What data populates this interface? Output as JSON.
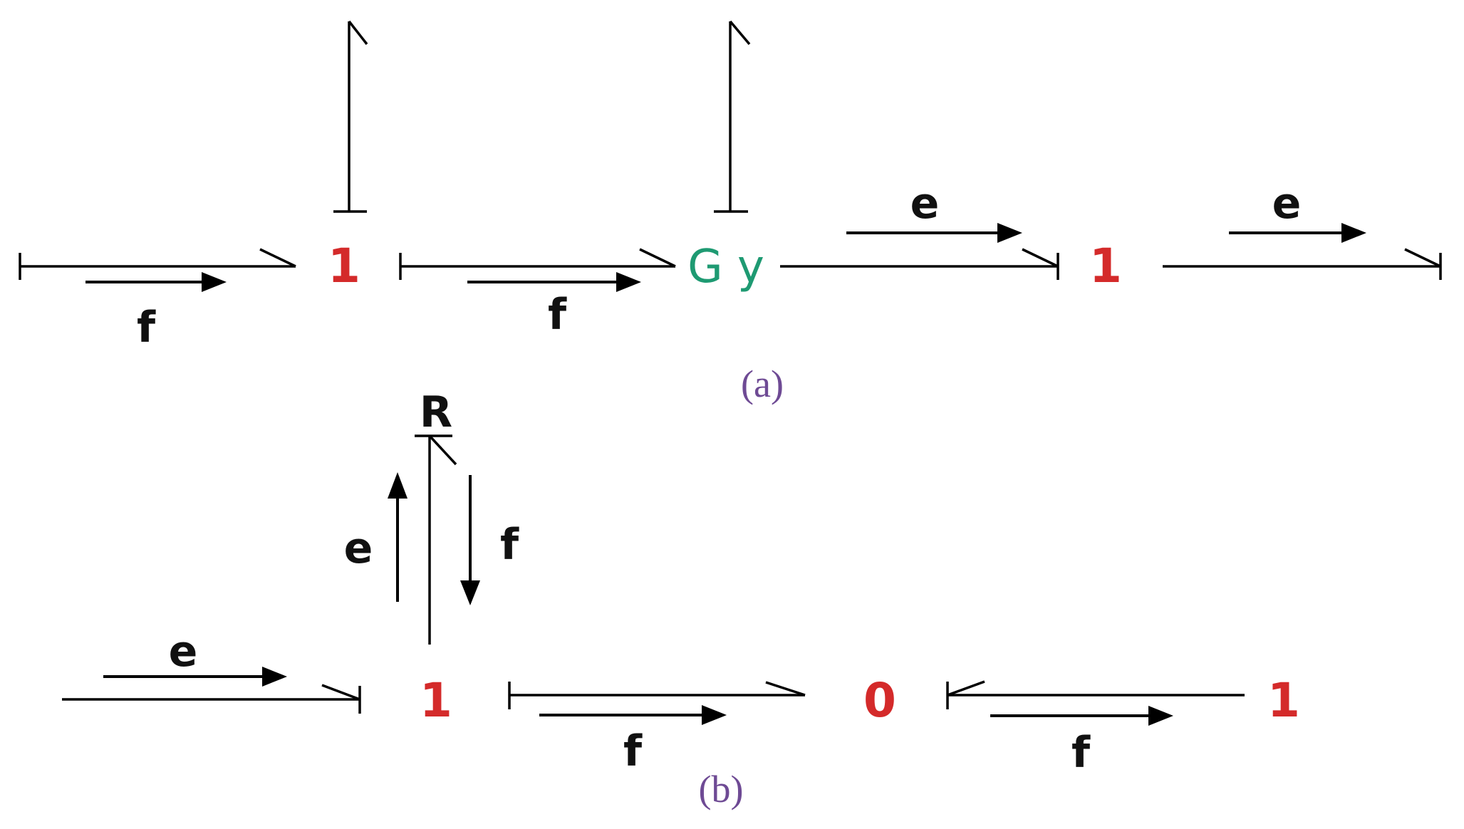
{
  "diagram_a": {
    "caption": "(a)",
    "nodes": {
      "one_left": "1",
      "gyrator": "G y",
      "one_right": "1"
    },
    "flow_labels": {
      "f1": "f",
      "f2": "f",
      "e1": "e",
      "e2": "e"
    }
  },
  "diagram_b": {
    "caption": "(b)",
    "nodes": {
      "resistor": "R",
      "one_left": "1",
      "zero": "0",
      "one_right": "1"
    },
    "flow_labels": {
      "e_in": "e",
      "e_up": "e",
      "f_down": "f",
      "f_mid": "f",
      "f_right": "f"
    }
  },
  "colors": {
    "node": "#d42a2a",
    "gyrator": "#1e9a72",
    "caption": "#6e4a94",
    "line": "#000000"
  }
}
